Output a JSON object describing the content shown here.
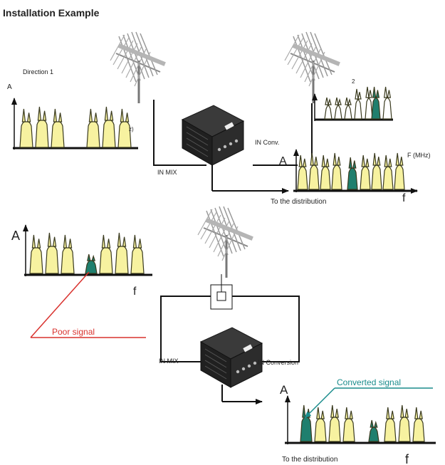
{
  "title": "Installation Example",
  "colors": {
    "channel_fill": "#f7f2a0",
    "channel_stroke": "#3a3a1e",
    "converted_fill": "#1f7f6e",
    "poor_line": "#d9322e",
    "converted_line": "#1a8c8c",
    "wire": "#111111"
  },
  "top": {
    "direction_label": "Direction 1",
    "left_axis_y": "A",
    "left_partial_label": "z)",
    "right_small_label": "2",
    "in_conv_label": "IN Conv.",
    "right_axis_y": "A",
    "right_freq_label": "F (MHz)",
    "right_axis_x": "f",
    "in_mix_label": "IN MIX",
    "distribution_label": "To the distribution"
  },
  "bottom": {
    "left_axis_y": "A",
    "left_axis_x": "f",
    "poor_signal_label": "Poor signal",
    "in_mix_label": "IN MIX",
    "in_conversion_label": "IN Conversion",
    "converted_signal_label": "Converted signal",
    "right_axis_y": "A",
    "right_axis_x": "f",
    "distribution_label": "To the distribution"
  },
  "icons": {
    "antenna": "antenna-icon",
    "amplifier": "amplifier-box-icon",
    "splitter": "splitter-icon"
  }
}
